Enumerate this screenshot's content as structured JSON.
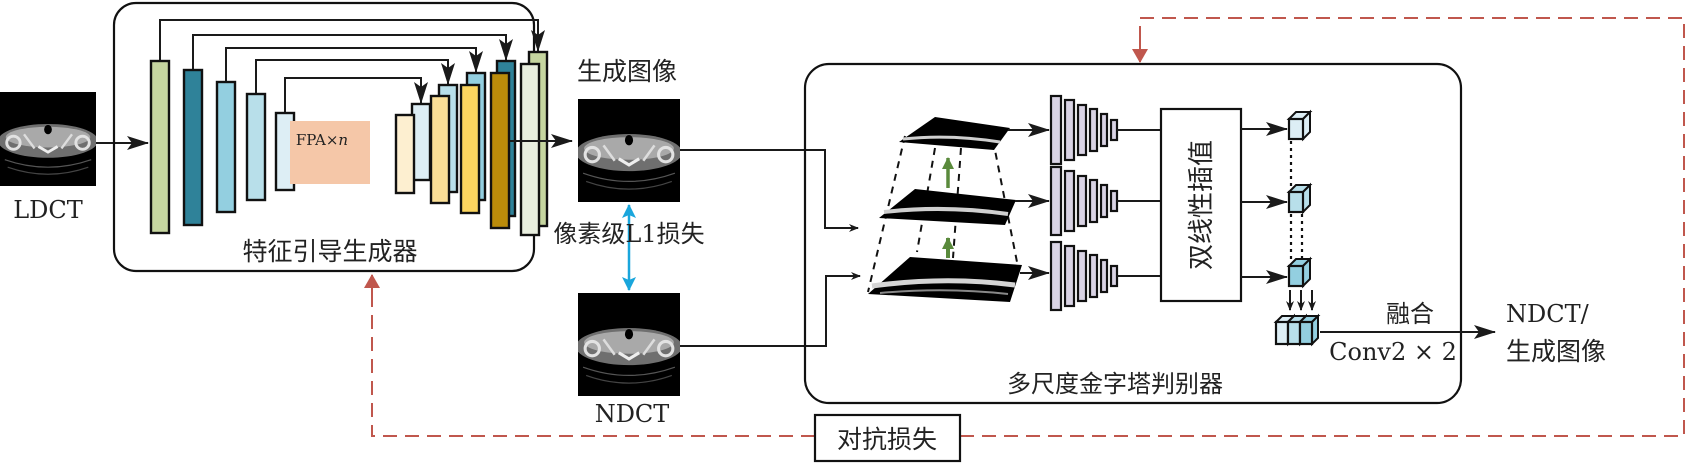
{
  "title": "Feature-guided GAN for LDCT denoising",
  "input": {
    "label": "LDCT"
  },
  "generator": {
    "label": "特征引导生成器",
    "bottleneck_label": "FPA×",
    "bottleneck_italic": "n",
    "encoder_colors": [
      "#c6d6a0",
      "#2f8299",
      "#93cfe0",
      "#b8dfea",
      "#ddeef5"
    ],
    "decoder_front_colors": [
      "#fdefd0",
      "#fbdf97",
      "#fcd55f",
      "#bb8c0a",
      "#e9efdf"
    ],
    "decoder_back_colors": [
      "#ddeef5",
      "#b8dfea",
      "#93cfe0",
      "#2f8299",
      "#c6d6a0"
    ],
    "bottleneck_color": "#f5c7a8"
  },
  "generated_image": {
    "label": "生成图像"
  },
  "ndct_image": {
    "label": "NDCT"
  },
  "pixel_loss": {
    "label": "像素级L1损失",
    "color": "#1aa6dc"
  },
  "adversarial_loss": {
    "label": "对抗损失",
    "color": "#c0574d"
  },
  "discriminator": {
    "label": "多尺度金字塔判别器",
    "interp_label": "双线性插值",
    "fusion_label": "融合",
    "conv_label": "Conv2 × 2",
    "upsample_arrow_color": "#5a8a3c",
    "cube_colors": [
      "#ddeef5",
      "#b8dfea",
      "#93cfe0"
    ],
    "scales": 3
  },
  "output": {
    "line1": "NDCT/",
    "line2": "生成图像"
  }
}
